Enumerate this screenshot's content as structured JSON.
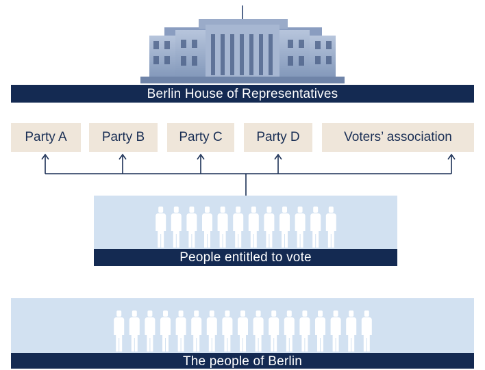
{
  "parliament": {
    "label": "Berlin House of Representatives",
    "icon": "parliament-building-image"
  },
  "parties": [
    {
      "label": "Party A"
    },
    {
      "label": "Party B"
    },
    {
      "label": "Party C"
    },
    {
      "label": "Party D"
    },
    {
      "label": "Voters’ association"
    }
  ],
  "voters": {
    "label": "People entitled to vote",
    "figure_count": 12
  },
  "population": {
    "label": "The people of Berlin",
    "figure_count": 17
  },
  "colors": {
    "navy": "#142a52",
    "party_box": "#efe6da",
    "panel": "#d2e1f1",
    "figure": "#ffffff"
  }
}
